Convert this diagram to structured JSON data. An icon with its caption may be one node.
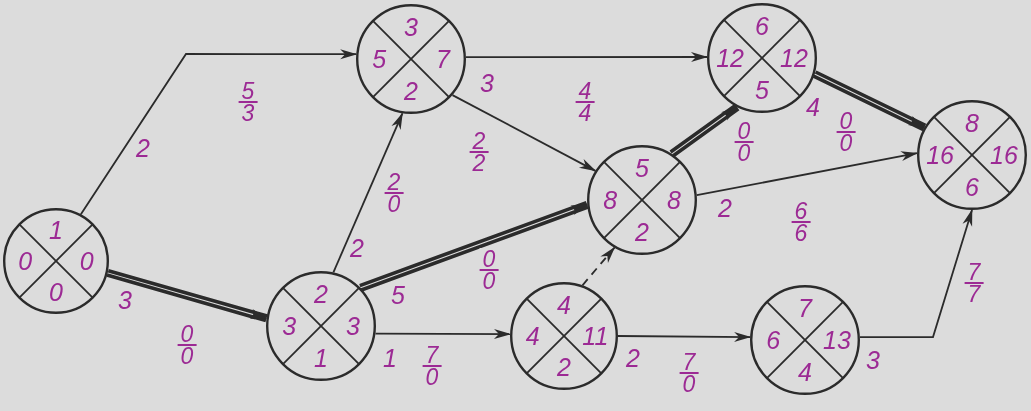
{
  "diagram": {
    "nodes": [
      {
        "text": [
          "1",
          "0",
          "0",
          "0"
        ]
      },
      {
        "text": [
          "2",
          "3",
          "3",
          "1"
        ]
      },
      {
        "text": [
          "3",
          "5",
          "7",
          "2"
        ]
      },
      {
        "text": [
          "4",
          "4",
          "11",
          "2"
        ]
      },
      {
        "text": [
          "5",
          "8",
          "8",
          "2"
        ]
      },
      {
        "text": [
          "6",
          "12",
          "12",
          "5"
        ]
      },
      {
        "text": [
          "7",
          "6",
          "13",
          "4"
        ]
      },
      {
        "text": [
          "8",
          "16",
          "16",
          "6"
        ]
      }
    ],
    "edges": [
      {
        "from": 0,
        "to": 2,
        "arrow": "to",
        "label": "5 3"
      },
      {
        "from": 0,
        "to": 1,
        "arrow": "to",
        "label": "0 0",
        "style": "thick"
      },
      {
        "from": 1,
        "to": 2,
        "arrow": "to",
        "label": "2 0"
      },
      {
        "from": 1,
        "to": 4,
        "arrow": "to",
        "label": "0 0",
        "style": "thick"
      },
      {
        "from": 1,
        "to": 3,
        "arrow": "to",
        "label": "7 0"
      },
      {
        "from": 2,
        "to": 4,
        "arrow": "to",
        "label": "2 2"
      },
      {
        "from": 2,
        "to": 5,
        "arrow": "to",
        "label": "4 4"
      },
      {
        "from": 3,
        "to": 4,
        "arrow": "to",
        "style": "dashed"
      },
      {
        "from": 3,
        "to": 6,
        "arrow": "to",
        "label": "7 0"
      },
      {
        "from": 4,
        "to": 5,
        "arrow": "to",
        "label": "0 0",
        "style": "thick"
      },
      {
        "from": 4,
        "to": 7,
        "arrow": "to",
        "label": "6 6"
      },
      {
        "from": 5,
        "to": 7,
        "arrow": "to",
        "label": "0 0",
        "style": "thick"
      },
      {
        "from": 6,
        "to": 7,
        "arrow": "to",
        "label": "7 7"
      }
    ],
    "labels": [
      "3",
      "4",
      "2",
      "2",
      "2",
      "5",
      "3",
      "1",
      "2",
      "3"
    ]
  }
}
